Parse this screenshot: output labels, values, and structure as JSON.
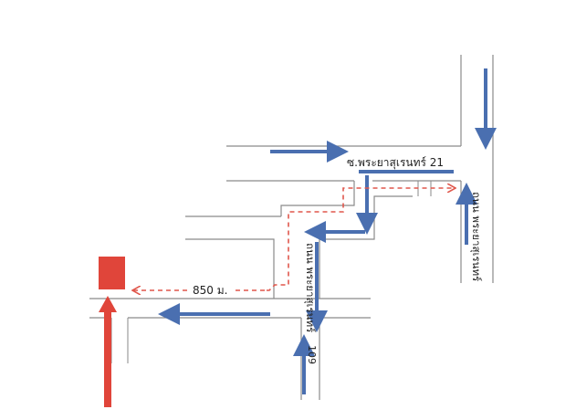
{
  "labels": {
    "soi_phraya": "ซ.พระยาสุเรนทร์ 21",
    "road_right": "ถนน พระยาสุเรนทร์",
    "road_middle": "ถนน พระยาสุเรนทร์",
    "soi_109": "109",
    "distance": "850 ม."
  },
  "colors": {
    "road_line": "#8a8a8a",
    "traffic_arrow": "#4a6fb0",
    "route": "#e0574c",
    "destination": "#e0453a"
  },
  "icons": {
    "destination": "red-square-marker",
    "start": "red-up-arrow"
  }
}
